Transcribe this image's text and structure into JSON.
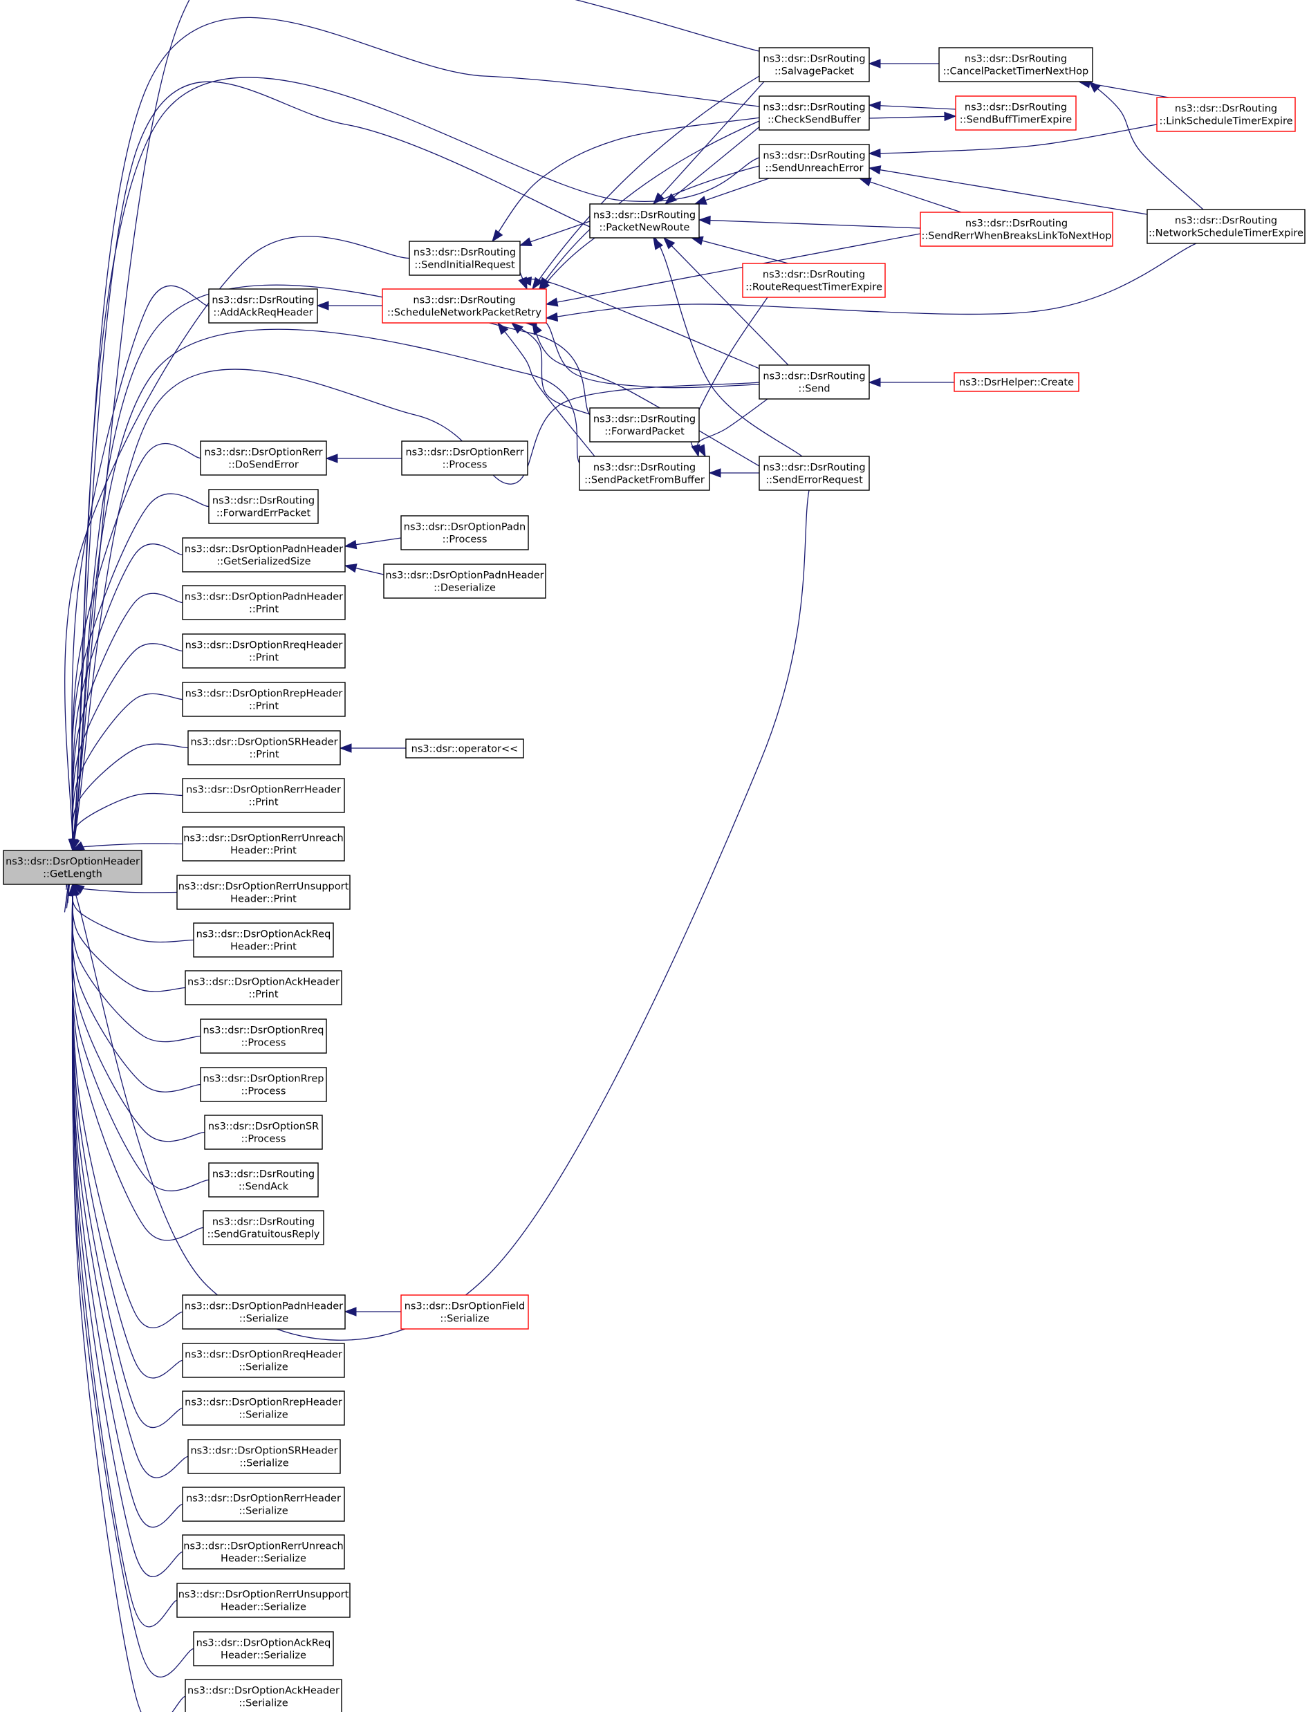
{
  "diagram": {
    "root": "n00",
    "colors": {
      "edge": "#191970",
      "root_fill": "#bfbfbf",
      "highlight_border": "#ff0000",
      "border": "#000000"
    },
    "nodes": [
      {
        "id": "n00",
        "lines": [
          "ns3::dsr::DsrOptionHeader",
          "::GetLength"
        ],
        "root": true
      },
      {
        "id": "n01",
        "lines": [
          "ns3::dsr::DsrRouting",
          "::AddAckReqHeader"
        ]
      },
      {
        "id": "n02",
        "lines": [
          "ns3::dsr::DsrRouting",
          "::ScheduleNetworkPacketRetry"
        ],
        "highlight": true
      },
      {
        "id": "n03",
        "lines": [
          "ns3::dsr::DsrRouting",
          "::SendInitialRequest"
        ]
      },
      {
        "id": "n04",
        "lines": [
          "ns3::dsr::DsrRouting",
          "::PacketNewRoute"
        ]
      },
      {
        "id": "n05",
        "lines": [
          "ns3::dsr::DsrRouting",
          "::SalvagePacket"
        ]
      },
      {
        "id": "n06",
        "lines": [
          "ns3::dsr::DsrRouting",
          "::CancelPacketTimerNextHop"
        ]
      },
      {
        "id": "n07",
        "lines": [
          "ns3::dsr::DsrRouting",
          "::CheckSendBuffer"
        ]
      },
      {
        "id": "n08",
        "lines": [
          "ns3::dsr::DsrRouting",
          "::SendBuffTimerExpire"
        ],
        "highlight": true
      },
      {
        "id": "n09",
        "lines": [
          "ns3::dsr::DsrRouting",
          "::LinkScheduleTimerExpire"
        ],
        "highlight": true
      },
      {
        "id": "n10",
        "lines": [
          "ns3::dsr::DsrRouting",
          "::SendUnreachError"
        ]
      },
      {
        "id": "n11",
        "lines": [
          "ns3::dsr::DsrRouting",
          "::SendRerrWhenBreaksLinkToNextHop"
        ],
        "highlight": true
      },
      {
        "id": "n12",
        "lines": [
          "ns3::dsr::DsrRouting",
          "::NetworkScheduleTimerExpire"
        ]
      },
      {
        "id": "n13",
        "lines": [
          "ns3::dsr::DsrRouting",
          "::RouteRequestTimerExpire"
        ],
        "highlight": true
      },
      {
        "id": "n14",
        "lines": [
          "ns3::dsr::DsrRouting",
          "::Send"
        ]
      },
      {
        "id": "n15",
        "lines": [
          "ns3::DsrHelper::Create"
        ],
        "highlight": true
      },
      {
        "id": "n16",
        "lines": [
          "ns3::dsr::DsrRouting",
          "::ForwardPacket"
        ]
      },
      {
        "id": "n17",
        "lines": [
          "ns3::dsr::DsrRouting",
          "::SendPacketFromBuffer"
        ]
      },
      {
        "id": "n18",
        "lines": [
          "ns3::dsr::DsrRouting",
          "::SendErrorRequest"
        ]
      },
      {
        "id": "n19",
        "lines": [
          "ns3::dsr::DsrOptionRerr",
          "::DoSendError"
        ]
      },
      {
        "id": "n20",
        "lines": [
          "ns3::dsr::DsrOptionRerr",
          "::Process"
        ]
      },
      {
        "id": "n21",
        "lines": [
          "ns3::dsr::DsrRouting",
          "::ForwardErrPacket"
        ]
      },
      {
        "id": "n22",
        "lines": [
          "ns3::dsr::DsrOptionPadnHeader",
          "::GetSerializedSize"
        ]
      },
      {
        "id": "n23",
        "lines": [
          "ns3::dsr::DsrOptionPadn",
          "::Process"
        ]
      },
      {
        "id": "n24",
        "lines": [
          "ns3::dsr::DsrOptionPadnHeader",
          "::Deserialize"
        ]
      },
      {
        "id": "n25",
        "lines": [
          "ns3::dsr::DsrOptionPadnHeader",
          "::Print"
        ]
      },
      {
        "id": "n26",
        "lines": [
          "ns3::dsr::DsrOptionRreqHeader",
          "::Print"
        ]
      },
      {
        "id": "n27",
        "lines": [
          "ns3::dsr::DsrOptionRrepHeader",
          "::Print"
        ]
      },
      {
        "id": "n28",
        "lines": [
          "ns3::dsr::DsrOptionSRHeader",
          "::Print"
        ]
      },
      {
        "id": "n29",
        "lines": [
          "ns3::dsr::operator<<"
        ]
      },
      {
        "id": "n30",
        "lines": [
          "ns3::dsr::DsrOptionRerrHeader",
          "::Print"
        ]
      },
      {
        "id": "n31",
        "lines": [
          "ns3::dsr::DsrOptionRerrUnreach",
          "Header::Print"
        ]
      },
      {
        "id": "n32",
        "lines": [
          "ns3::dsr::DsrOptionRerrUnsupport",
          "Header::Print"
        ]
      },
      {
        "id": "n33",
        "lines": [
          "ns3::dsr::DsrOptionAckReq",
          "Header::Print"
        ]
      },
      {
        "id": "n34",
        "lines": [
          "ns3::dsr::DsrOptionAckHeader",
          "::Print"
        ]
      },
      {
        "id": "n35",
        "lines": [
          "ns3::dsr::DsrOptionRreq",
          "::Process"
        ]
      },
      {
        "id": "n36",
        "lines": [
          "ns3::dsr::DsrOptionRrep",
          "::Process"
        ]
      },
      {
        "id": "n37",
        "lines": [
          "ns3::dsr::DsrOptionSR",
          "::Process"
        ]
      },
      {
        "id": "n38",
        "lines": [
          "ns3::dsr::DsrRouting",
          "::SendAck"
        ]
      },
      {
        "id": "n39",
        "lines": [
          "ns3::dsr::DsrRouting",
          "::SendGratuitousReply"
        ]
      },
      {
        "id": "n40",
        "lines": [
          "ns3::dsr::DsrOptionPadnHeader",
          "::Serialize"
        ]
      },
      {
        "id": "n41",
        "lines": [
          "ns3::dsr::DsrOptionField",
          "::Serialize"
        ],
        "highlight": true
      },
      {
        "id": "n42",
        "lines": [
          "ns3::dsr::DsrOptionRreqHeader",
          "::Serialize"
        ]
      },
      {
        "id": "n43",
        "lines": [
          "ns3::dsr::DsrOptionRrepHeader",
          "::Serialize"
        ]
      },
      {
        "id": "n44",
        "lines": [
          "ns3::dsr::DsrOptionSRHeader",
          "::Serialize"
        ]
      },
      {
        "id": "n45",
        "lines": [
          "ns3::dsr::DsrOptionRerrHeader",
          "::Serialize"
        ]
      },
      {
        "id": "n46",
        "lines": [
          "ns3::dsr::DsrOptionRerrUnreach",
          "Header::Serialize"
        ]
      },
      {
        "id": "n47",
        "lines": [
          "ns3::dsr::DsrOptionRerrUnsupport",
          "Header::Serialize"
        ]
      },
      {
        "id": "n48",
        "lines": [
          "ns3::dsr::DsrOptionAckReq",
          "Header::Serialize"
        ]
      },
      {
        "id": "n49",
        "lines": [
          "ns3::dsr::DsrOptionAckHeader",
          "::Serialize"
        ]
      }
    ],
    "edges": [
      {
        "from": "n01",
        "to": "n00"
      },
      {
        "from": "n02",
        "to": "n01"
      },
      {
        "from": "n03",
        "to": "n00"
      },
      {
        "from": "n04",
        "to": "n03"
      },
      {
        "from": "n03",
        "to": "n02"
      },
      {
        "from": "n05",
        "to": "n00"
      },
      {
        "from": "n06",
        "to": "n05"
      },
      {
        "from": "n07",
        "to": "n00"
      },
      {
        "from": "n08",
        "to": "n07"
      },
      {
        "from": "n07",
        "to": "n08"
      },
      {
        "from": "n10",
        "to": "n00"
      },
      {
        "from": "n04",
        "to": "n00"
      },
      {
        "from": "n16",
        "to": "n00"
      },
      {
        "from": "n17",
        "to": "n00"
      },
      {
        "from": "n14",
        "to": "n00"
      },
      {
        "from": "n18",
        "to": "n00"
      },
      {
        "from": "n05",
        "to": "n04"
      },
      {
        "from": "n07",
        "to": "n04"
      },
      {
        "from": "n10",
        "to": "n04"
      },
      {
        "from": "n11",
        "to": "n04"
      },
      {
        "from": "n14",
        "to": "n04"
      },
      {
        "from": "n18",
        "to": "n04"
      },
      {
        "from": "n13",
        "to": "n04"
      },
      {
        "from": "n05",
        "to": "n02"
      },
      {
        "from": "n07",
        "to": "n02"
      },
      {
        "from": "n10",
        "to": "n02"
      },
      {
        "from": "n11",
        "to": "n02"
      },
      {
        "from": "n12",
        "to": "n02"
      },
      {
        "from": "n14",
        "to": "n02"
      },
      {
        "from": "n16",
        "to": "n02"
      },
      {
        "from": "n17",
        "to": "n02"
      },
      {
        "from": "n18",
        "to": "n02"
      },
      {
        "from": "n11",
        "to": "n10"
      },
      {
        "from": "n12",
        "to": "n10"
      },
      {
        "from": "n09",
        "to": "n10"
      },
      {
        "from": "n09",
        "to": "n06"
      },
      {
        "from": "n12",
        "to": "n06"
      },
      {
        "from": "n14",
        "to": "n03"
      },
      {
        "from": "n07",
        "to": "n03"
      },
      {
        "from": "n15",
        "to": "n14"
      },
      {
        "from": "n18",
        "to": "n17"
      },
      {
        "from": "n14",
        "to": "n17"
      },
      {
        "from": "n13",
        "to": "n17"
      },
      {
        "from": "n19",
        "to": "n00"
      },
      {
        "from": "n20",
        "to": "n19"
      },
      {
        "from": "n21",
        "to": "n00"
      },
      {
        "from": "n22",
        "to": "n00"
      },
      {
        "from": "n23",
        "to": "n22"
      },
      {
        "from": "n24",
        "to": "n22"
      },
      {
        "from": "n25",
        "to": "n00"
      },
      {
        "from": "n26",
        "to": "n00"
      },
      {
        "from": "n27",
        "to": "n00"
      },
      {
        "from": "n28",
        "to": "n00"
      },
      {
        "from": "n29",
        "to": "n28"
      },
      {
        "from": "n30",
        "to": "n00"
      },
      {
        "from": "n31",
        "to": "n00"
      },
      {
        "from": "n32",
        "to": "n00"
      },
      {
        "from": "n33",
        "to": "n00"
      },
      {
        "from": "n34",
        "to": "n00"
      },
      {
        "from": "n35",
        "to": "n00"
      },
      {
        "from": "n36",
        "to": "n00"
      },
      {
        "from": "n37",
        "to": "n00"
      },
      {
        "from": "n38",
        "to": "n00"
      },
      {
        "from": "n39",
        "to": "n00"
      },
      {
        "from": "n40",
        "to": "n00"
      },
      {
        "from": "n41",
        "to": "n40"
      },
      {
        "from": "n42",
        "to": "n00"
      },
      {
        "from": "n43",
        "to": "n00"
      },
      {
        "from": "n44",
        "to": "n00"
      },
      {
        "from": "n45",
        "to": "n00"
      },
      {
        "from": "n46",
        "to": "n00"
      },
      {
        "from": "n47",
        "to": "n00"
      },
      {
        "from": "n48",
        "to": "n00"
      },
      {
        "from": "n49",
        "to": "n00"
      }
    ]
  }
}
